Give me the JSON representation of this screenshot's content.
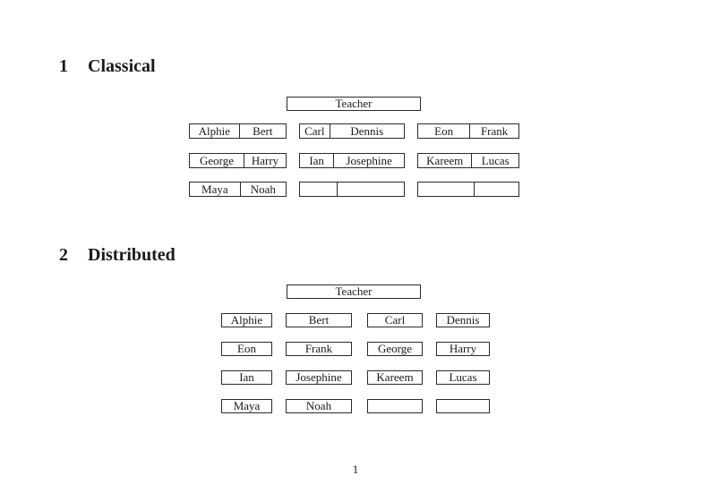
{
  "document": {
    "footer": {
      "page_number": "1"
    },
    "sections": [
      {
        "number": "1",
        "title": "Classical",
        "teacher_label": "Teacher",
        "rows": [
          [
            {
              "left": "Alphie",
              "right": "Bert"
            },
            {
              "left": "Carl",
              "right": "Dennis"
            },
            {
              "left": "Eon",
              "right": "Frank"
            }
          ],
          [
            {
              "left": "George",
              "right": "Harry"
            },
            {
              "left": "Ian",
              "right": "Josephine"
            },
            {
              "left": "Kareem",
              "right": "Lucas"
            }
          ],
          [
            {
              "left": "Maya",
              "right": "Noah"
            },
            {
              "left": "",
              "right": ""
            },
            {
              "left": "",
              "right": ""
            }
          ]
        ]
      },
      {
        "number": "2",
        "title": "Distributed",
        "teacher_label": "Teacher",
        "rows": [
          [
            "Alphie",
            "Bert",
            "Carl",
            "Dennis"
          ],
          [
            "Eon",
            "Frank",
            "George",
            "Harry"
          ],
          [
            "Ian",
            "Josephine",
            "Kareem",
            "Lucas"
          ],
          [
            "Maya",
            "Noah",
            "",
            ""
          ]
        ]
      }
    ]
  }
}
